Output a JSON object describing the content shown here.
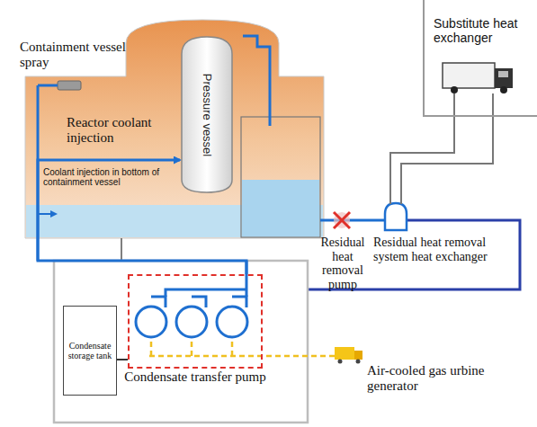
{
  "diagram": {
    "nodes": [
      {
        "text": [
          "Pressure vessel"
        ]
      },
      {
        "text": [
          "Condensate storage tank"
        ]
      },
      {
        "text": [
          "Condensate transfer pump"
        ]
      },
      {
        "text": [
          "Substitute heat exchanger"
        ]
      }
    ],
    "edges": [
      {
        "from": 1,
        "to": 2,
        "arrow": "none"
      },
      {
        "from": 2,
        "to": 0,
        "arrow": "to"
      }
    ],
    "labels": [
      "Containment vessel spray",
      "Reactor coolant injection",
      "Coolant injection in bottom of containment vessel",
      "Residual heat removal pump",
      "Residual heat removal system heat exchanger",
      "Air-cooled gas urbine generator"
    ]
  }
}
